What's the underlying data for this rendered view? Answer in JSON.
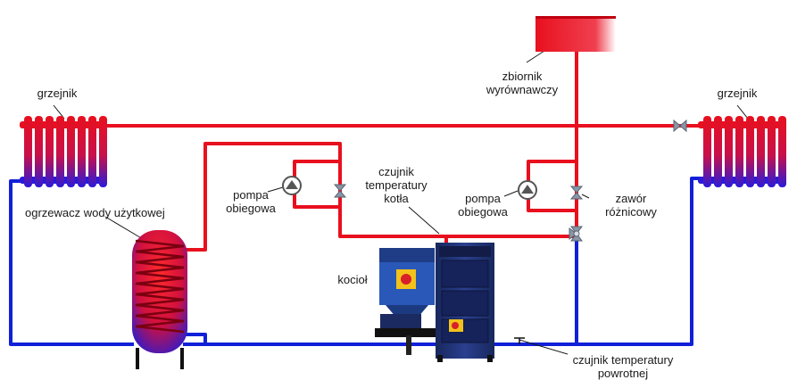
{
  "labels": {
    "expansion_tank": [
      "zbiornik",
      "wyrównawczy"
    ],
    "radiator_left": "grzejnik",
    "radiator_right": "grzejnik",
    "water_heater": "ogrzewacz wody użytkowej",
    "pump_left": [
      "pompa",
      "obiegowa"
    ],
    "pump_right": [
      "pompa",
      "obiegowa"
    ],
    "boiler_temp_sensor": [
      "czujnik",
      "temperatury",
      "kotła"
    ],
    "differential_valve": [
      "zawór",
      "różnicowy"
    ],
    "boiler": "kocioł",
    "return_temp_sensor": [
      "czujnik temperatury",
      "powrotnej"
    ]
  },
  "colors": {
    "supply_pipe": "#e8101e",
    "return_pipe": "#1020d8",
    "boiler_body": "#1c2f7a",
    "hopper": "#2a58b8",
    "valve": "#8a96a6",
    "pump": "#555555"
  },
  "icons": {
    "pump": "circulation-pump-icon",
    "valve": "three-way-valve-icon",
    "radiator": "radiator-icon",
    "tank": "expansion-tank-icon",
    "heater": "hot-water-cylinder-icon",
    "boiler": "boiler-icon"
  }
}
